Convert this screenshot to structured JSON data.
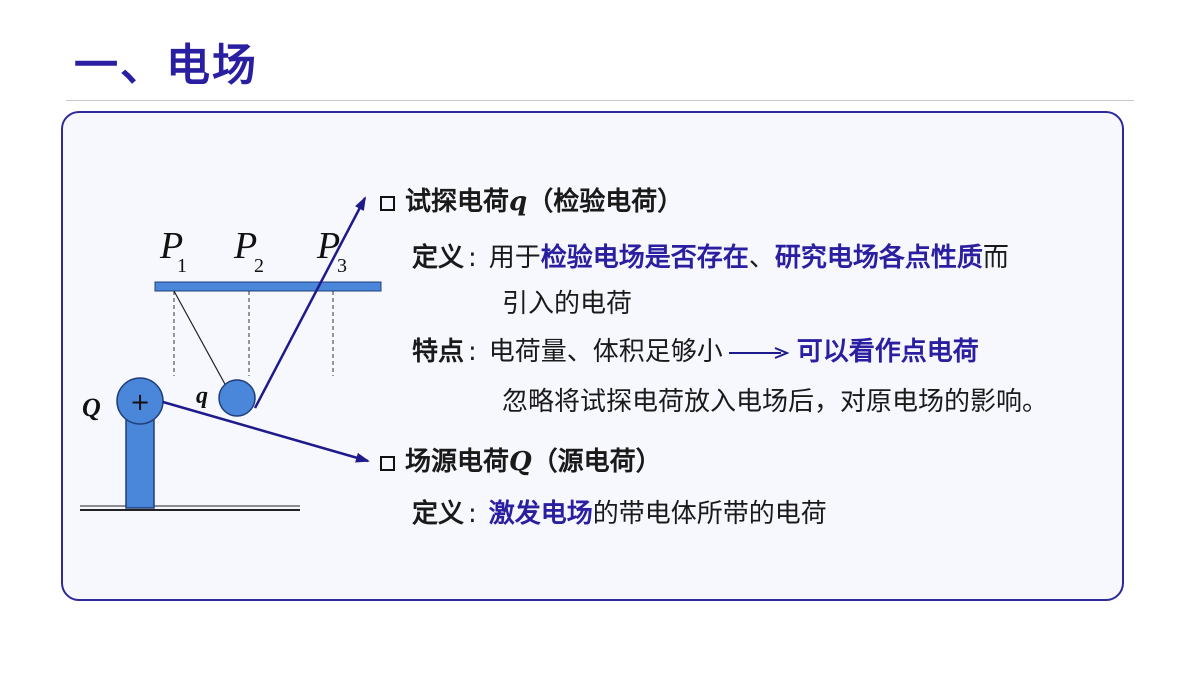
{
  "title": "一、电场",
  "diagram": {
    "points": [
      {
        "letter": "P",
        "sub": "1"
      },
      {
        "letter": "P",
        "sub": "2"
      },
      {
        "letter": "P",
        "sub": "3"
      }
    ],
    "source_charge_label": "Q",
    "source_charge_sign": "+",
    "test_charge_label": "q"
  },
  "test_charge": {
    "heading_pre": "试探电荷",
    "heading_var": "q",
    "heading_post": "（检验电荷）",
    "def_label": "定义",
    "def_colon": ":",
    "def_pre": "用于",
    "def_hl1": "检验电场是否存在",
    "def_sep": "、",
    "def_hl2": "研究电场各点性质",
    "def_post": "而",
    "def_line2": "引入的电荷",
    "feat_label": "特点",
    "feat_colon": ":",
    "feat_text": "电荷量、体积足够小",
    "feat_result": "可以看作点电荷",
    "feat_line2": "忽略将试探电荷放入电场后，对原电场的影响。"
  },
  "source_charge": {
    "heading_pre": "场源电荷",
    "heading_var": "Q",
    "heading_post": "（源电荷）",
    "def_label": "定义",
    "def_colon": ":",
    "def_hl": "激发电场",
    "def_post": "的带电体所带的电荷"
  },
  "colors": {
    "title": "#2a1fa0",
    "highlight": "#2a1fa0",
    "arrow": "#1f1a8c",
    "charge_fill": "#4a86d9",
    "panel_border": "#2f2a9a"
  }
}
